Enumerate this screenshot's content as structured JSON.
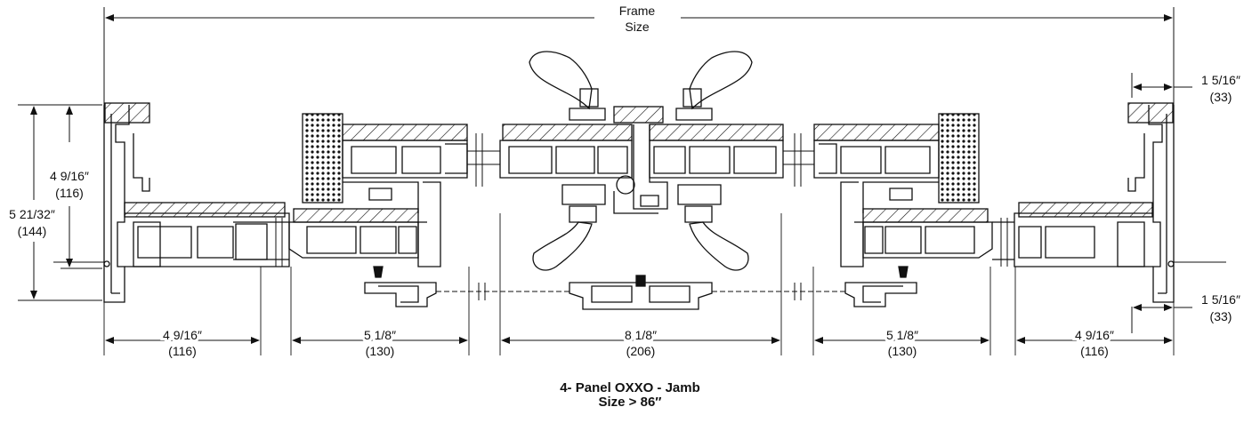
{
  "frame_size": {
    "line1": "Frame",
    "line2": "Size"
  },
  "dims": {
    "left_jamb_width": {
      "in": "4 9/16″",
      "mm": "(116)"
    },
    "panel_left": {
      "in": "5 1/8″",
      "mm": "(130)"
    },
    "center_panels": {
      "in": "8 1/8″",
      "mm": "(206)"
    },
    "panel_right": {
      "in": "5 1/8″",
      "mm": "(130)"
    },
    "right_jamb_width": {
      "in": "4 9/16″",
      "mm": "(116)"
    },
    "left_inner_height": {
      "in": "4 9/16″",
      "mm": "(116)"
    },
    "left_outer_height": {
      "in": "5 21/32″",
      "mm": "(144)"
    },
    "right_top_offset": {
      "in": "1 5/16″",
      "mm": "(33)"
    },
    "right_bottom_offset": {
      "in": "1 5/16″",
      "mm": "(33)"
    }
  },
  "caption": {
    "line1": "4- Panel OXXO - Jamb",
    "line2": "Size > 86″"
  }
}
